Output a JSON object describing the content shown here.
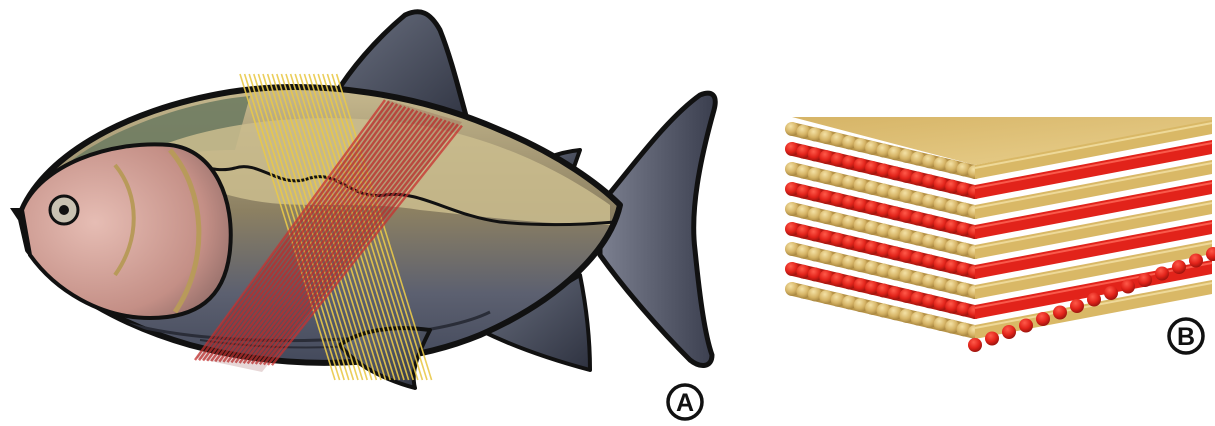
{
  "panels": [
    {
      "id": "A",
      "label": "A"
    },
    {
      "id": "B",
      "label": "B"
    }
  ],
  "colors": {
    "outline": "#111111",
    "fin_dark": "#3b4050",
    "fin_mid": "#5a6070",
    "body_back": "#a8b8a0",
    "body_top": "#c9b98a",
    "body_mid": "#8a7d5c",
    "body_belly": "#5e6272",
    "head": "#c99a90",
    "head_light": "#e3b7ae",
    "gill_top": "#6c7a60",
    "yellow_fiber": "#e9c94a",
    "red_fiber": "#c8312f",
    "red_fiber_dark": "#7a2022",
    "layer_gold": "#d9b866",
    "layer_gold_light": "#e8d08c",
    "layer_red": "#e2231a"
  }
}
